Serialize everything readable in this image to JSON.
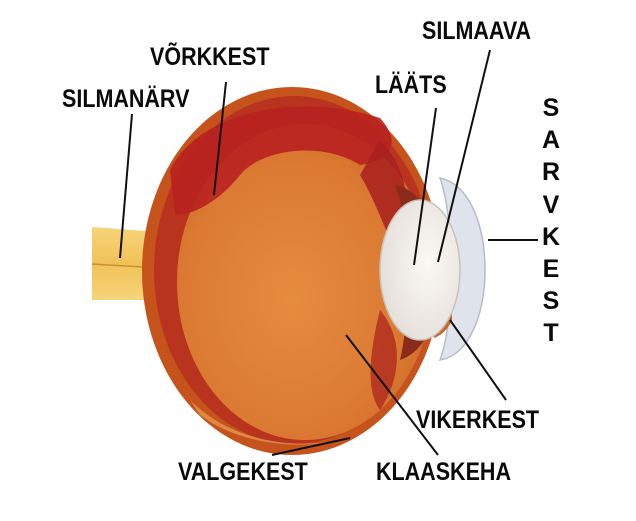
{
  "labels": {
    "vorkkest": "VÕRKKEST",
    "silmanarv": "SILMANÄRV",
    "silmaava": "SILMAAVA",
    "laats": "LÄÄTS",
    "sarvkest": "SARVKEST",
    "vikerkest": "VIKERKEST",
    "valgekest": "VALGEKEST",
    "klaaskeha": "KLAASKEHA"
  },
  "colors": {
    "background": "#ffffff",
    "eyeball_outer": "#c6531b",
    "vitreous": "#e0853a",
    "retina_dark": "#b8211f",
    "optic_nerve": "#f2c65f",
    "lens": "#f3ede6",
    "cornea": "#dfe4ec",
    "iris": "#c8682a",
    "leader_line": "#111111",
    "text": "#0a0a0a"
  }
}
